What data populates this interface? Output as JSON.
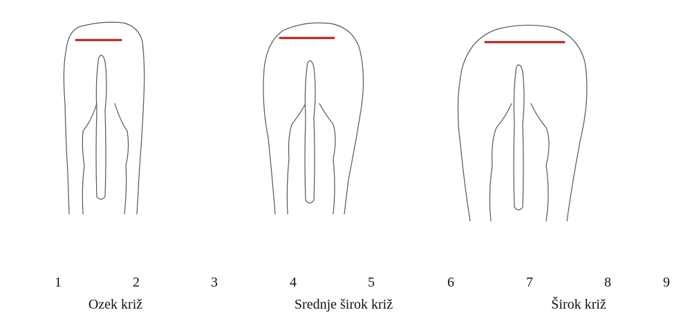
{
  "scale": {
    "numbers": [
      "1",
      "2",
      "3",
      "4",
      "5",
      "6",
      "7",
      "8",
      "9"
    ]
  },
  "figures": [
    {
      "caption": "Ozek križ",
      "marker_color": "#b01818"
    },
    {
      "caption": "Srednje širok križ",
      "marker_color": "#b01818"
    },
    {
      "caption": "Širok križ",
      "marker_color": "#b01818"
    }
  ]
}
